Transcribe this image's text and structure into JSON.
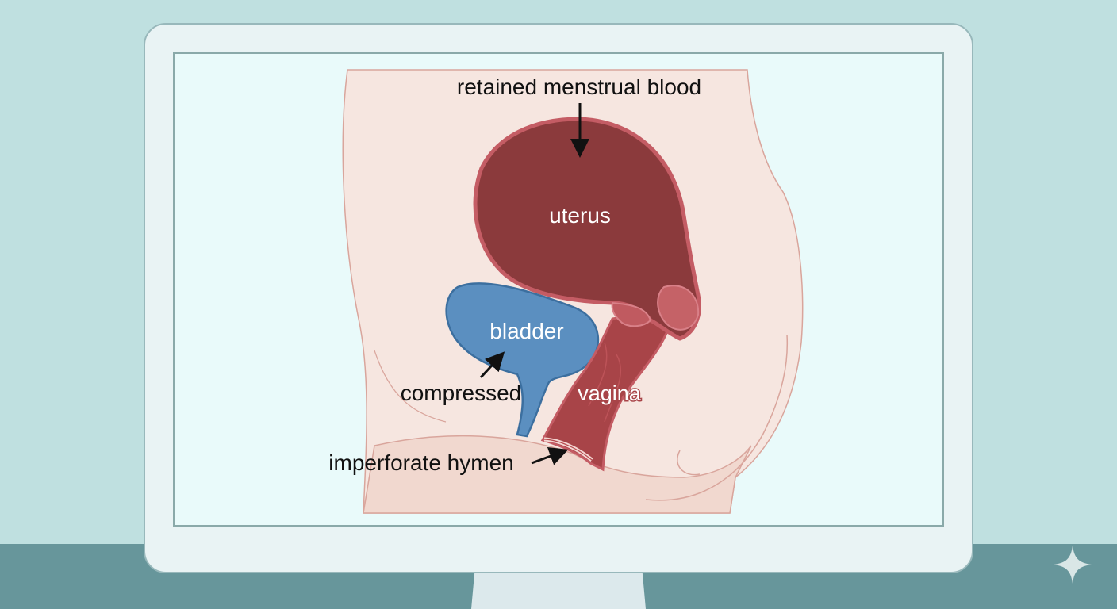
{
  "diagram": {
    "labels": {
      "retained_blood": "retained menstrual blood",
      "uterus": "uterus",
      "bladder": "bladder",
      "compressed": "compressed",
      "vagina": "vagina",
      "hymen": "imperforate hymen"
    }
  },
  "colors": {
    "background": "#bfe0e0",
    "desk": "#67969b",
    "screen": "#e9fafa",
    "body_tissue": "#f5e5df",
    "uterus_fill": "#8b3a3c",
    "uterus_wall": "#c45c64",
    "bladder_fill": "#5b8fc0",
    "bladder_outline": "#3c6f9f"
  },
  "icons": {
    "corner": "sparkle-icon"
  }
}
